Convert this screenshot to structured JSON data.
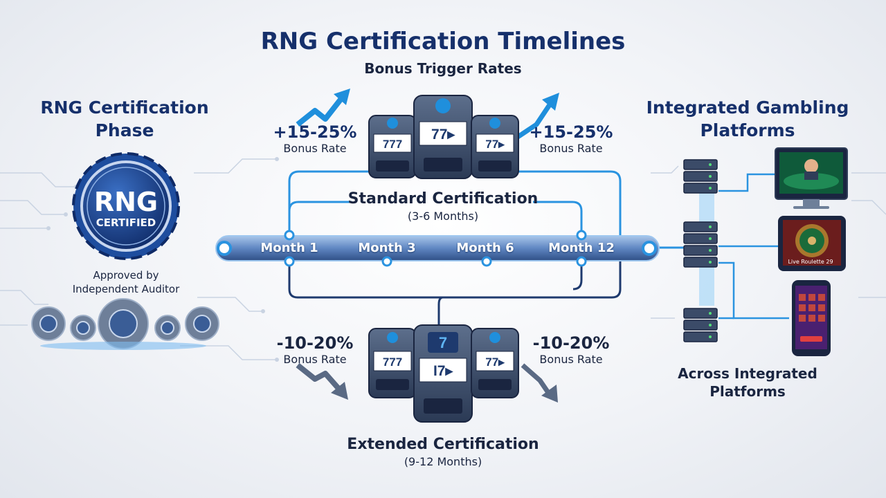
{
  "header": {
    "title": "RNG Certification Timelines",
    "subtitle": "Bonus Trigger Rates"
  },
  "left_panel": {
    "title_line1": "RNG Certification",
    "title_line2": "Phase",
    "badge_main": "RNG",
    "badge_sub": "CERTIFIED",
    "caption_line1": "Approved by",
    "caption_line2": "Independent Auditor"
  },
  "right_panel": {
    "title_line1": "Integrated Gambling",
    "title_line2": "Platforms",
    "caption_line1": "Across Integrated",
    "caption_line2": "Platforms",
    "tablet_text": "Live Roulette 29"
  },
  "timeline": {
    "months": [
      "Month 1",
      "Month 3",
      "Month 6",
      "Month 12"
    ]
  },
  "standard": {
    "name": "Standard Certification",
    "duration": "(3-6 Months)",
    "left_pct": "+15-25%",
    "left_rate": "Bonus Rate",
    "right_pct": "+15-25%",
    "right_rate": "Bonus Rate"
  },
  "extended": {
    "name": "Extended Certification",
    "duration": "(9-12 Months)",
    "left_pct": "-10-20%",
    "left_rate": "Bonus Rate",
    "right_pct": "-10-20%",
    "right_rate": "Bonus Rate"
  },
  "colors": {
    "navy": "#16306b",
    "accent_blue": "#1f8fdc",
    "line_blue": "#2a93e0",
    "dark_line": "#1e3a6e",
    "arrow_down": "#5a6a84"
  },
  "icons": [
    "gear-icon",
    "slot-machine-icon",
    "server-rack-icon",
    "monitor-icon",
    "tablet-icon",
    "phone-icon",
    "trend-up-arrow-icon",
    "trend-down-arrow-icon"
  ]
}
